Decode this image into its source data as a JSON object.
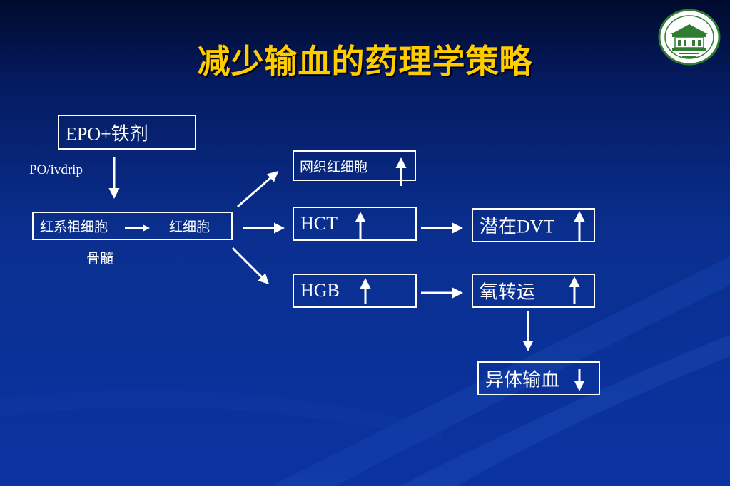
{
  "title": "减少输血的药理学策略",
  "nodes": {
    "epo": "EPO+铁剂",
    "route": "PO/ivdrip",
    "progenitor": "红系祖细胞",
    "rbc": "红细胞",
    "marrow": "骨髓",
    "reticulocyte": "网织红细胞",
    "hct": "HCT",
    "hgb": "HGB",
    "dvt": "潜在DVT",
    "oxygen": "氧转运",
    "transfusion": "异体输血"
  },
  "trends": {
    "reticulocyte": "up",
    "hct": "up",
    "hgb": "up",
    "dvt": "up",
    "oxygen": "up",
    "transfusion": "down"
  },
  "colors": {
    "title": "#ffcc00",
    "text": "#ffffff",
    "background": "#0b33a1"
  },
  "logo_icon": "college-seal-icon"
}
